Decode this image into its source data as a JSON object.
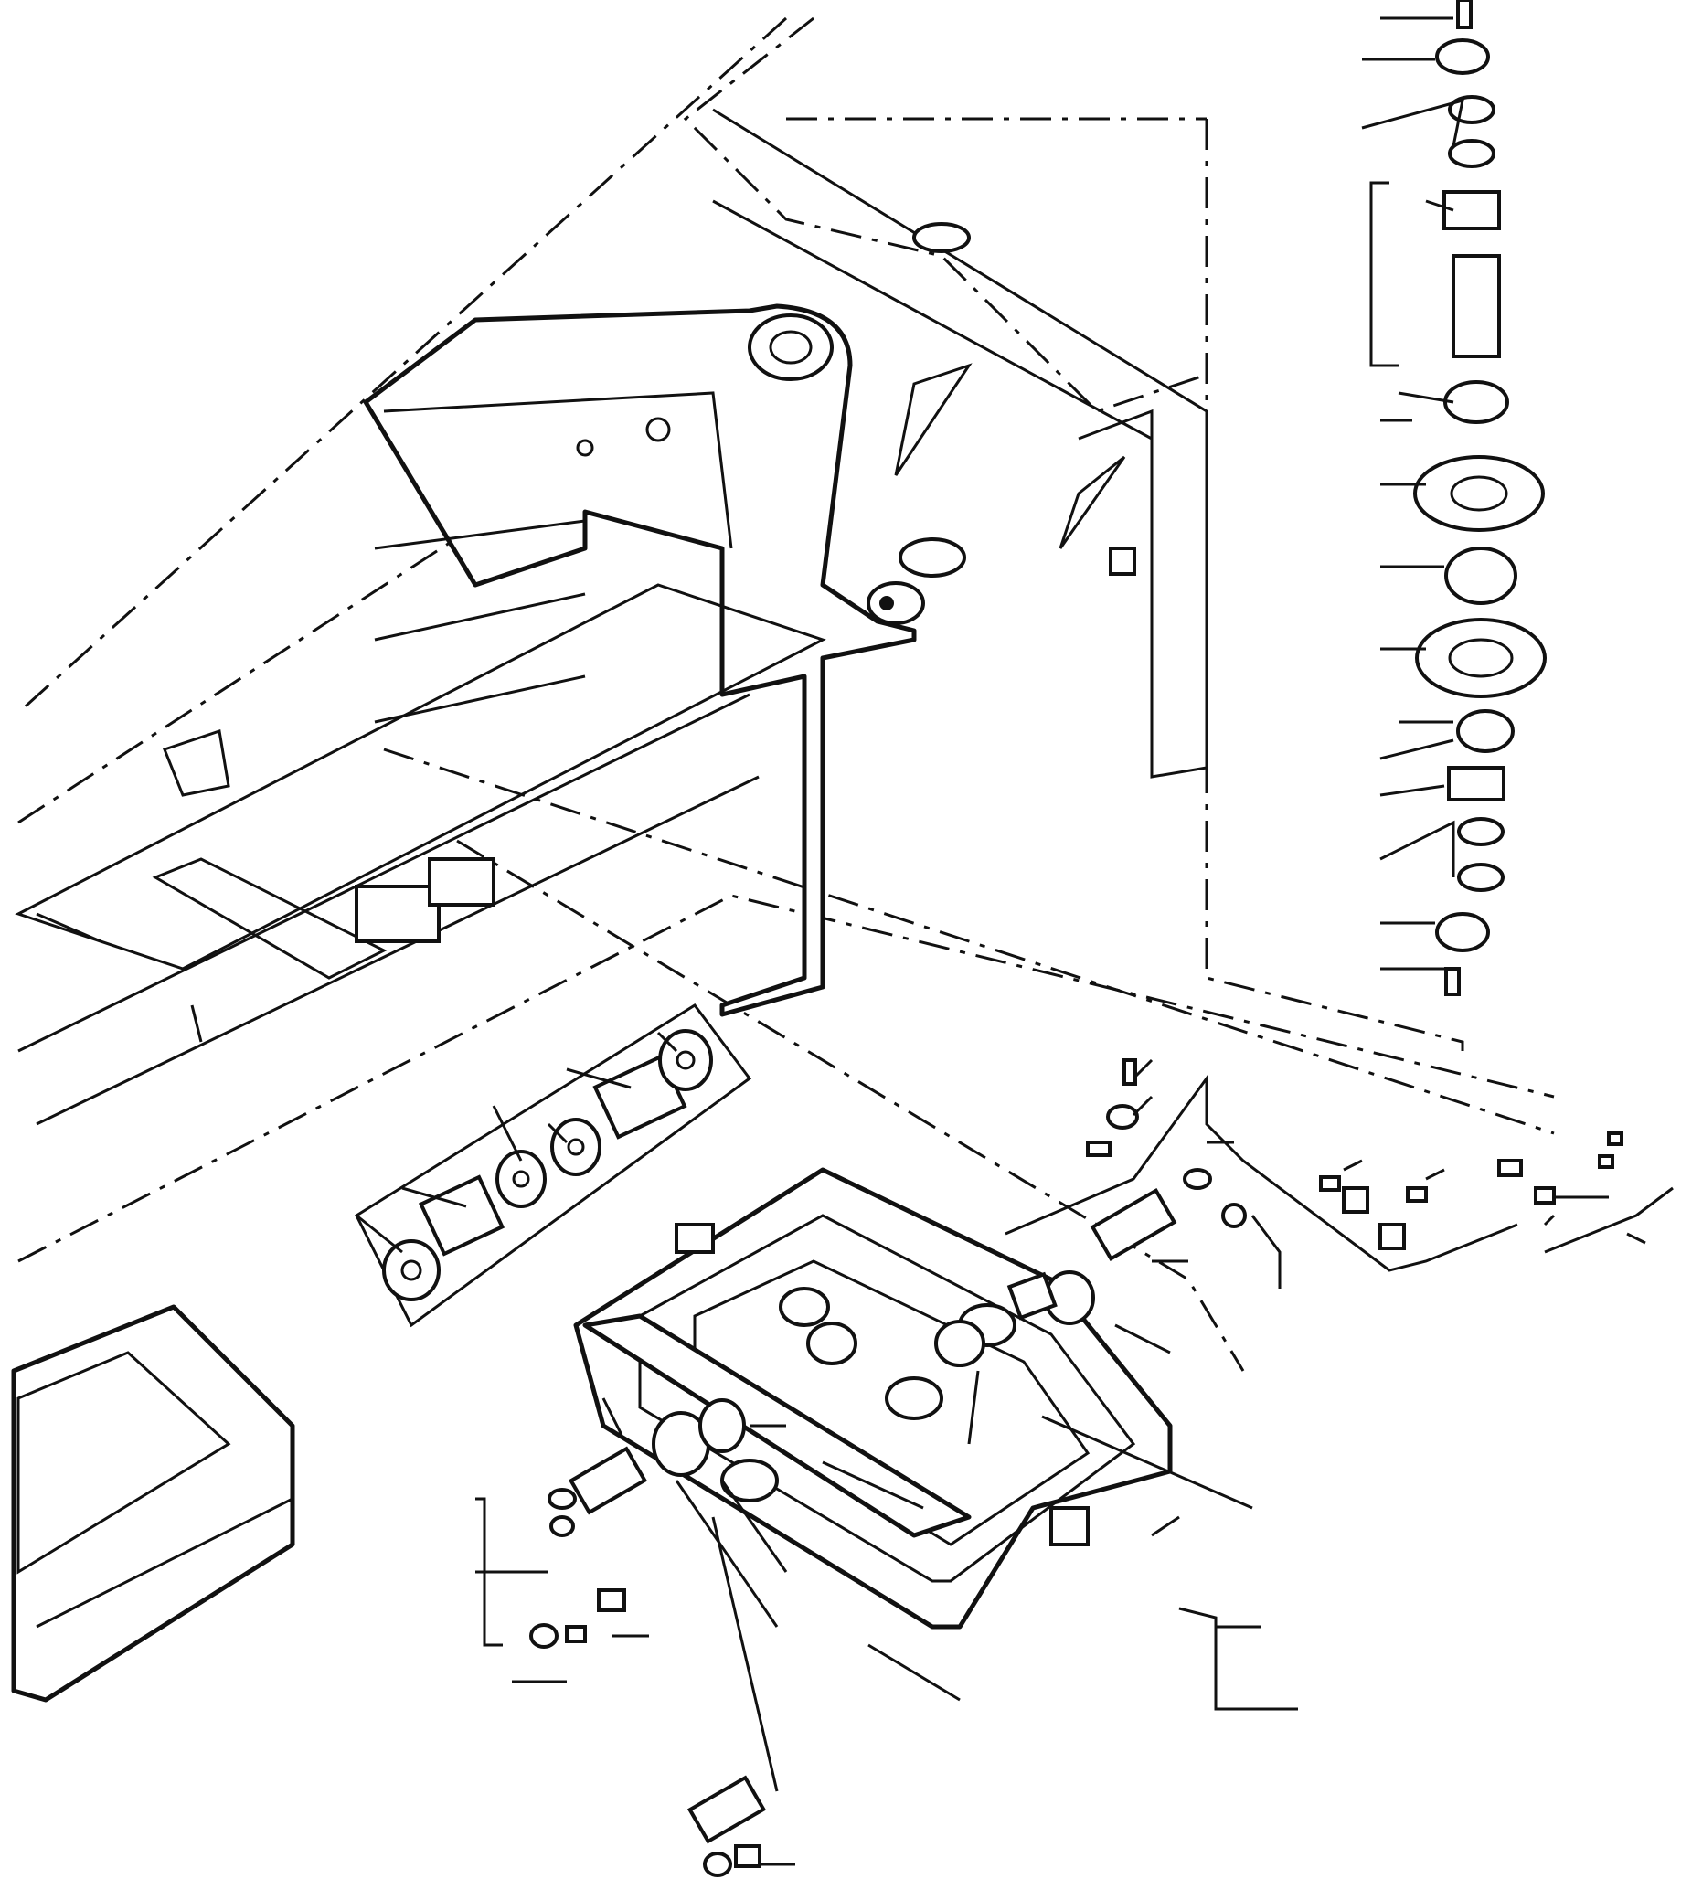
{
  "drawing": {
    "kind": "exploded-parts-diagram",
    "groups": [
      "upper-frame",
      "pivot-pin-stack",
      "center-pivot-mount",
      "bushing-washer-set",
      "grease-line-assembly",
      "lower-pin-assembly",
      "side-panel"
    ],
    "callout_count": 47,
    "text_labels": []
  }
}
